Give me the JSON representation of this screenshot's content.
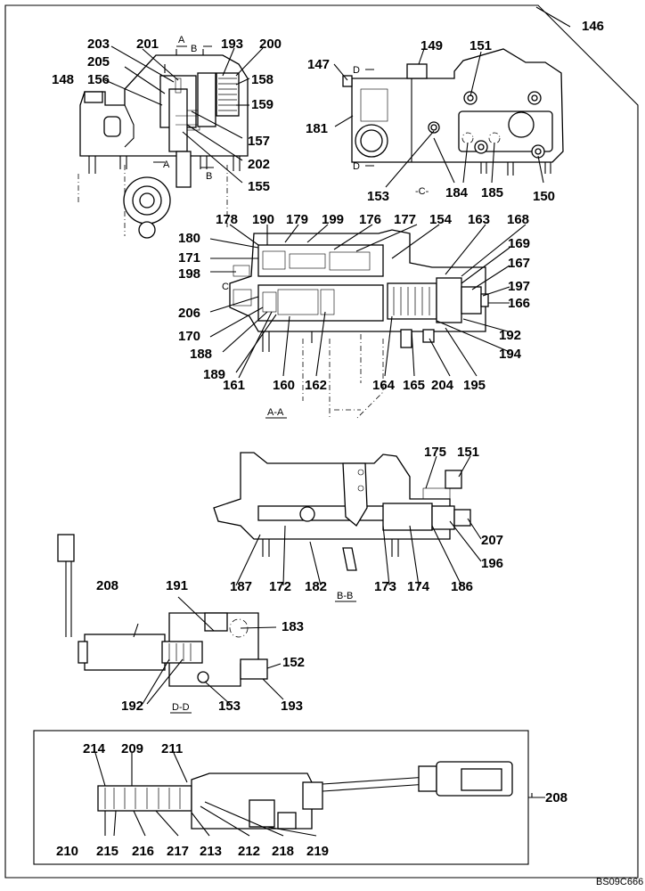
{
  "drawing_code": "BS09C666",
  "sections": {
    "aa": "A-A",
    "bb": "B-B",
    "cc": "-C-",
    "dd": "D-D"
  },
  "markers": {
    "a_top": "A",
    "b_top": "B",
    "a_bottom": "A",
    "b_bottom": "B",
    "c_left": "C",
    "d_top": "D",
    "d_bottom": "D"
  },
  "callouts": [
    "146",
    "147",
    "148",
    "149",
    "150",
    "151",
    "152",
    "153",
    "154",
    "155",
    "156",
    "157",
    "158",
    "159",
    "160",
    "161",
    "162",
    "163",
    "164",
    "165",
    "166",
    "167",
    "168",
    "169",
    "170",
    "171",
    "172",
    "173",
    "174",
    "175",
    "176",
    "177",
    "178",
    "179",
    "180",
    "181",
    "182",
    "183",
    "184",
    "185",
    "186",
    "187",
    "188",
    "189",
    "190",
    "191",
    "192",
    "193",
    "194",
    "195",
    "196",
    "197",
    "198",
    "199",
    "200",
    "201",
    "202",
    "203",
    "204",
    "205",
    "206",
    "207",
    "208",
    "209",
    "210",
    "211",
    "212",
    "213",
    "214",
    "215",
    "216",
    "217",
    "218",
    "219"
  ]
}
